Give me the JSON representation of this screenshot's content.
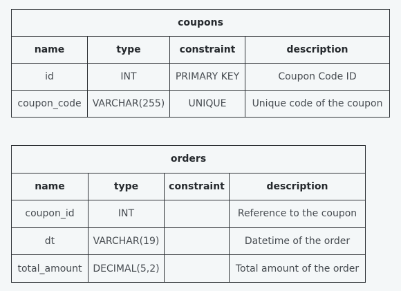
{
  "tables": [
    {
      "title": "coupons",
      "headers": [
        "name",
        "type",
        "constraint",
        "description"
      ],
      "rows": [
        [
          "id",
          "INT",
          "PRIMARY KEY",
          "Coupon Code ID"
        ],
        [
          "coupon_code",
          "VARCHAR(255)",
          "UNIQUE",
          "Unique code of the coupon"
        ]
      ]
    },
    {
      "title": "orders",
      "headers": [
        "name",
        "type",
        "constraint",
        "description"
      ],
      "rows": [
        [
          "coupon_id",
          "INT",
          "",
          "Reference to the coupon"
        ],
        [
          "dt",
          "VARCHAR(19)",
          "",
          "Datetime of the order"
        ],
        [
          "total_amount",
          "DECIMAL(5,2)",
          "",
          "Total amount of the order"
        ]
      ]
    }
  ]
}
